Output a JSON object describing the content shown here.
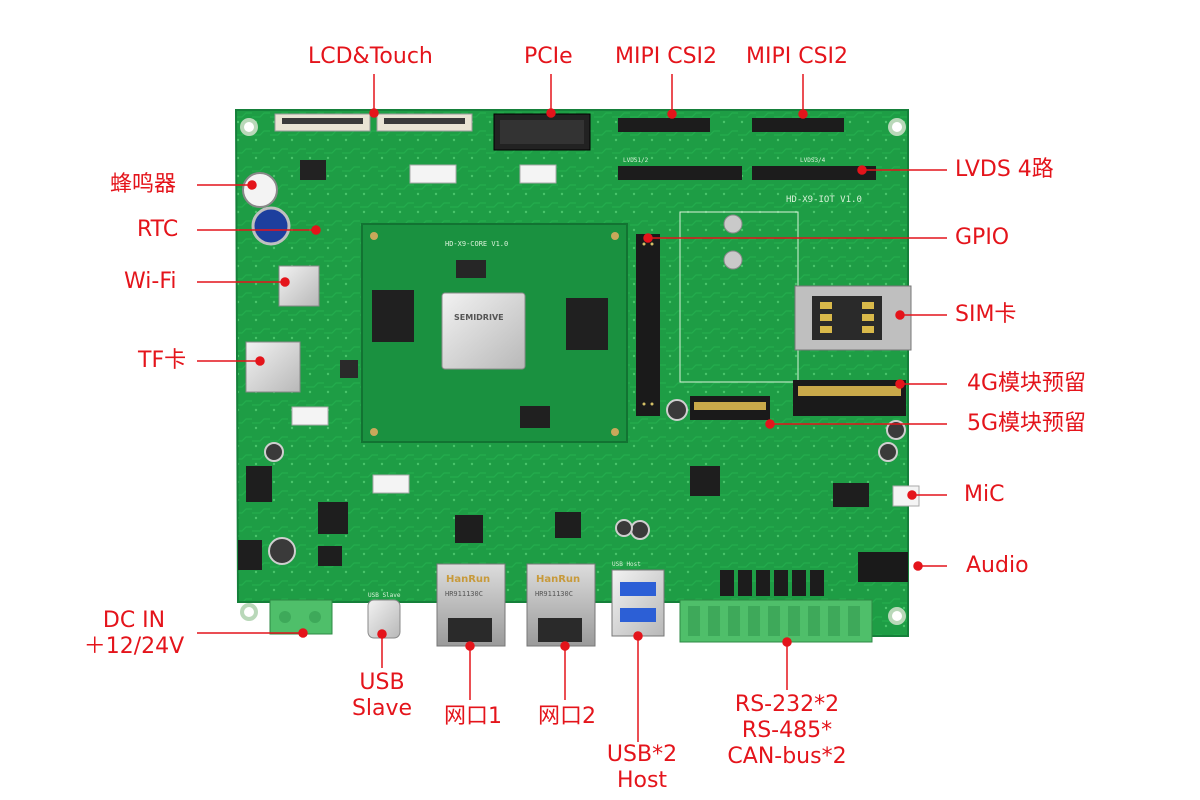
{
  "colors": {
    "board": "#1e9d45",
    "board_dark": "#167a33",
    "board_light": "#2cb356",
    "callout": "#e4141b",
    "silkscreen": "#d9f2d9",
    "terminal_green": "#4fbf6a"
  },
  "board": {
    "silk_model": "HD-X9-IOT V1.0",
    "silk_core": "HD-X9-CORE V1.0",
    "soc_brand": "SEMIDRIVE",
    "eth_brand_1": "HanRun",
    "eth_brand_2": "HanRun",
    "eth_part_1": "HR911130C",
    "eth_part_2": "HR911130C",
    "lvds_silk_1": "LVDS1/2",
    "lvds_silk_2": "LVDS3/4",
    "usb_silk": "USB Slave",
    "usb_host_silk": "USB Host"
  },
  "labels": {
    "lcd_touch": "LCD&Touch",
    "pcie": "PCIe",
    "mipi_csi2_a": "MIPI CSI2",
    "mipi_csi2_b": "MIPI CSI2",
    "lvds": "LVDS 4路",
    "gpio": "GPIO",
    "sim": "SIM卡",
    "module_4g": "4G模块预留",
    "module_5g": "5G模块预留",
    "mic": "MiC",
    "audio": "Audio",
    "buzzer": "蜂鸣器",
    "rtc": "RTC",
    "wifi": "Wi-Fi",
    "tf": "TF卡",
    "dc_in_1": "DC IN",
    "dc_in_2": "＋12/24V",
    "usb_slave_1": "USB",
    "usb_slave_2": "Slave",
    "eth1": "网口1",
    "eth2": "网口2",
    "usb_host_1": "USB*2",
    "usb_host_2": "Host",
    "serial_1": "RS-232*2",
    "serial_2": "RS-485*",
    "serial_3": "CAN-bus*2"
  }
}
